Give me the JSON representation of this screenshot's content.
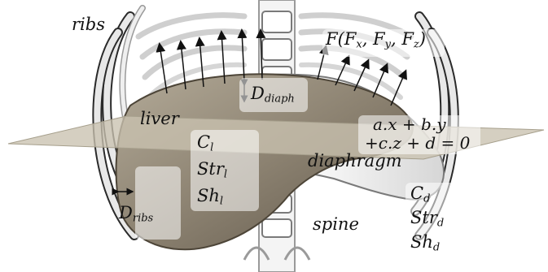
{
  "labels": {
    "ribs": "ribs",
    "liver": "liver",
    "diaphragm": "diaphragm",
    "spine": "spine",
    "force": "F(F",
    "force_x": "x",
    "force_sep1": ", F",
    "force_y": "y",
    "force_sep2": ", F",
    "force_z": "z",
    "force_close": ")",
    "d_diaph": "D",
    "d_diaph_sub": "diaph",
    "d_ribs": "D",
    "d_ribs_sub": "ribs",
    "plane_eq_line1": "a.x + b.y",
    "plane_eq_line2": "+c.z + d = 0",
    "c_l": "C",
    "c_l_sub": "l",
    "str_l": "Str",
    "str_l_sub": "l",
    "sh_l": "Sh",
    "sh_l_sub": "l",
    "c_d": "C",
    "c_d_sub": "d",
    "str_d": "Str",
    "str_d_sub": "d",
    "sh_d": "Sh",
    "sh_d_sub": "d"
  },
  "colors": {
    "liver": "#7f7566",
    "liver_dark": "#5f5548",
    "plane": "#c9c2b0",
    "bone": "#e9e9e9",
    "bone_shadow": "#bdbdbd",
    "diaphragm": "#f2f2f2",
    "arrow": "#111111"
  },
  "icons": {
    "force_arrow": "arrow-up-right-icon",
    "distance_double_arrow": "double-arrow-icon"
  }
}
